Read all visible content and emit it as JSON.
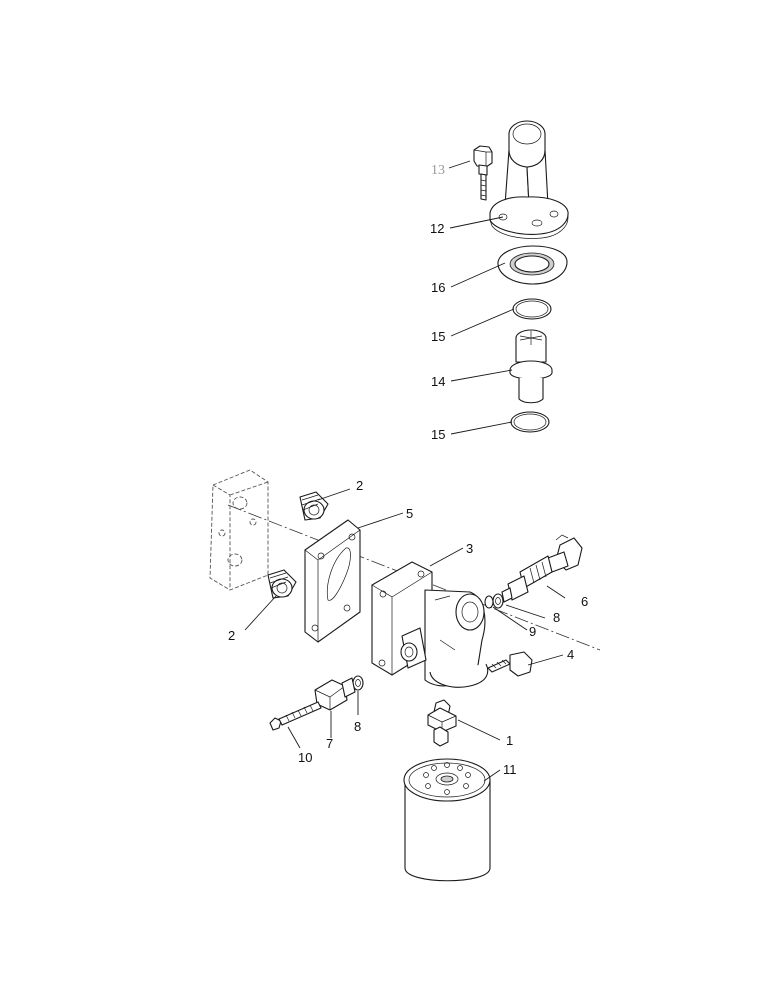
{
  "diagram": {
    "callouts": {
      "c1": "1",
      "c2a": "2",
      "c2b": "2",
      "c3": "3",
      "c4": "4",
      "c5": "5",
      "c6": "6",
      "c7": "7",
      "c8a": "8",
      "c8b": "8",
      "c9": "9",
      "c10": "10",
      "c11": "11",
      "c12": "12",
      "c13": "13",
      "c14": "14",
      "c15a": "15",
      "c15b": "15",
      "c16": "16"
    }
  }
}
